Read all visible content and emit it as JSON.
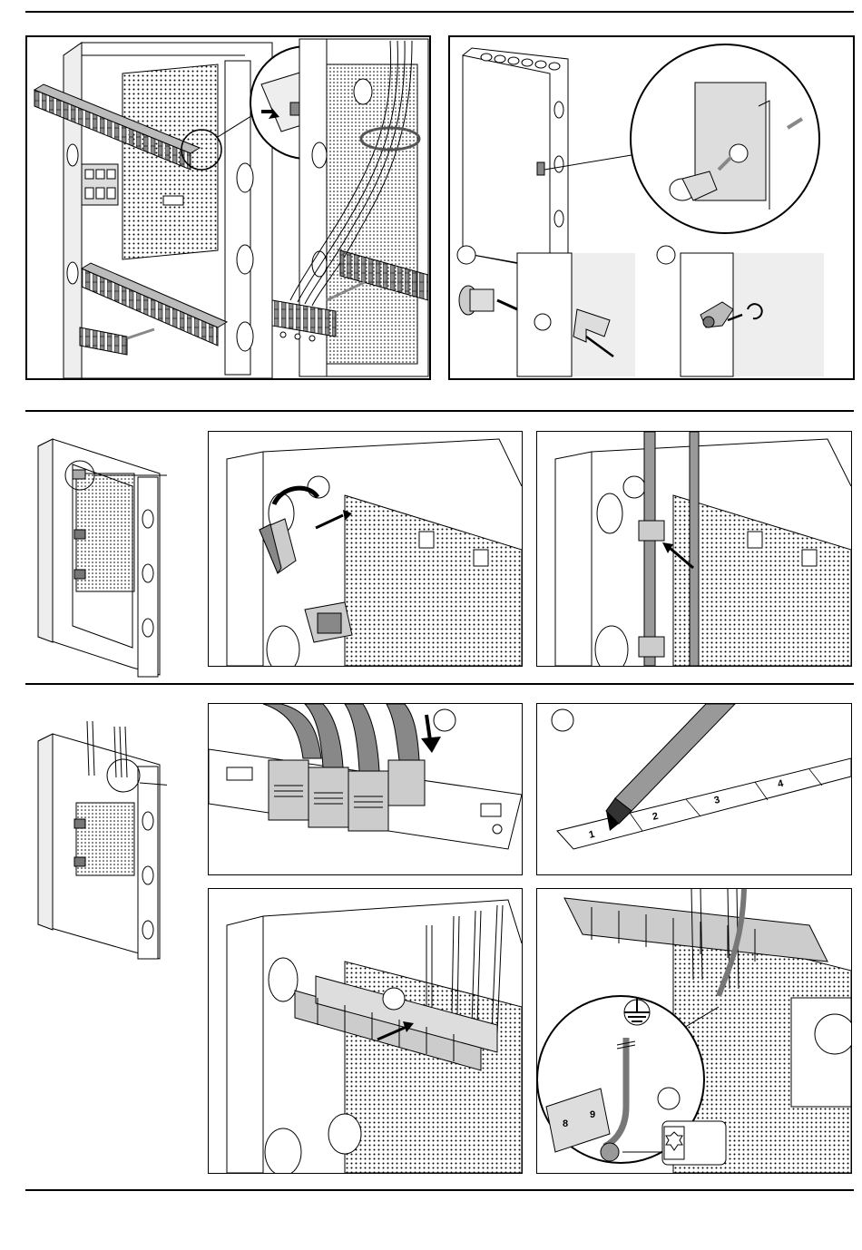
{
  "document": {
    "type": "installation-instructions",
    "sections": 3
  },
  "marking_strip": {
    "numbers": [
      "1",
      "2",
      "3",
      "4"
    ]
  },
  "terminal_labels": {
    "left": "8",
    "right": "9"
  },
  "symbols": {
    "earth": "earth-ground-icon",
    "screwdriver": "torx-drive-icon"
  },
  "colors": {
    "line": "#000000",
    "fill_light": "#ffffff",
    "fill_grey": "#c8c8c8",
    "fill_mid": "#9a9a9a",
    "fill_dark": "#6e6e6e",
    "step_marker": "#ffffff"
  }
}
